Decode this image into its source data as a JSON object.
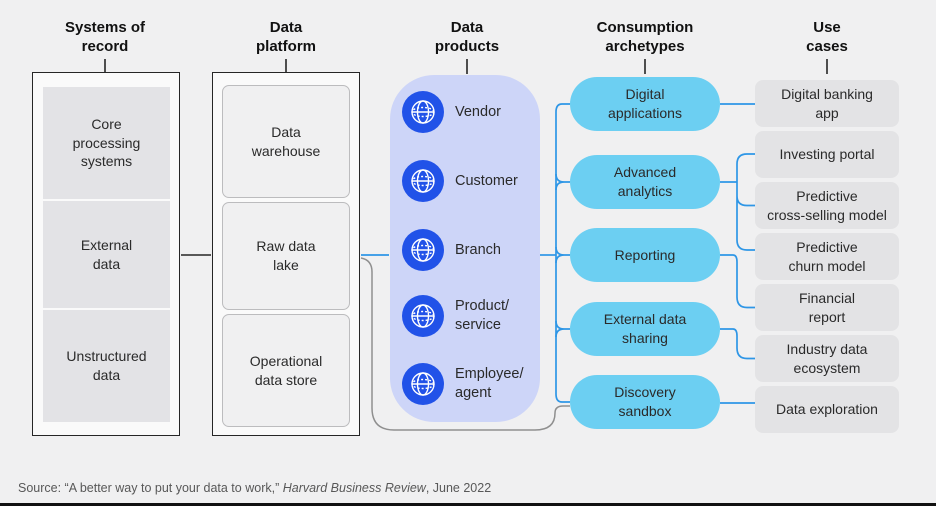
{
  "colors": {
    "bg": "#f0f0f1",
    "pill": "#6ccff2",
    "lavender": "#cdd5f8",
    "globe-blue": "#2152e8",
    "connector-blue": "#2e96e6",
    "connector-gray": "#8f8f8f",
    "box-gray": "#e3e3e6",
    "usecase-gray": "#e3e3e5",
    "platform-box": "#f0f0f1",
    "outline-dark": "#262626"
  },
  "headers": {
    "systems_of_record": "Systems of\nrecord",
    "data_platform": "Data\nplatform",
    "data_products": "Data\nproducts",
    "consumption_archetypes": "Consumption\narchetypes",
    "use_cases": "Use\ncases"
  },
  "systems_of_record": {
    "items": [
      {
        "label": "Core\nprocessing\nsystems"
      },
      {
        "label": "External\ndata"
      },
      {
        "label": "Unstructured\ndata"
      }
    ]
  },
  "data_platform": {
    "items": [
      {
        "label": "Data\nwarehouse"
      },
      {
        "label": "Raw data\nlake"
      },
      {
        "label": "Operational\ndata store"
      }
    ]
  },
  "data_products": {
    "icon": "globe-icon",
    "items": [
      {
        "label": "Vendor"
      },
      {
        "label": "Customer"
      },
      {
        "label": "Branch"
      },
      {
        "label": "Product/\nservice"
      },
      {
        "label": "Employee/\nagent"
      }
    ]
  },
  "consumption_archetypes": {
    "items": [
      {
        "label": "Digital\napplications"
      },
      {
        "label": "Advanced\nanalytics"
      },
      {
        "label": "Reporting"
      },
      {
        "label": "External data\nsharing"
      },
      {
        "label": "Discovery\nsandbox"
      }
    ]
  },
  "use_cases": {
    "items": [
      {
        "label": "Digital banking\napp"
      },
      {
        "label": "Investing portal"
      },
      {
        "label": "Predictive\ncross-selling model"
      },
      {
        "label": "Predictive\nchurn model"
      },
      {
        "label": "Financial\nreport"
      },
      {
        "label": "Industry data\necosystem"
      },
      {
        "label": "Data exploration"
      }
    ]
  },
  "footer": {
    "prefix": "Source: “A better way to put your data to work,” ",
    "citation": "Harvard Business Review",
    "suffix": ", June 2022"
  }
}
